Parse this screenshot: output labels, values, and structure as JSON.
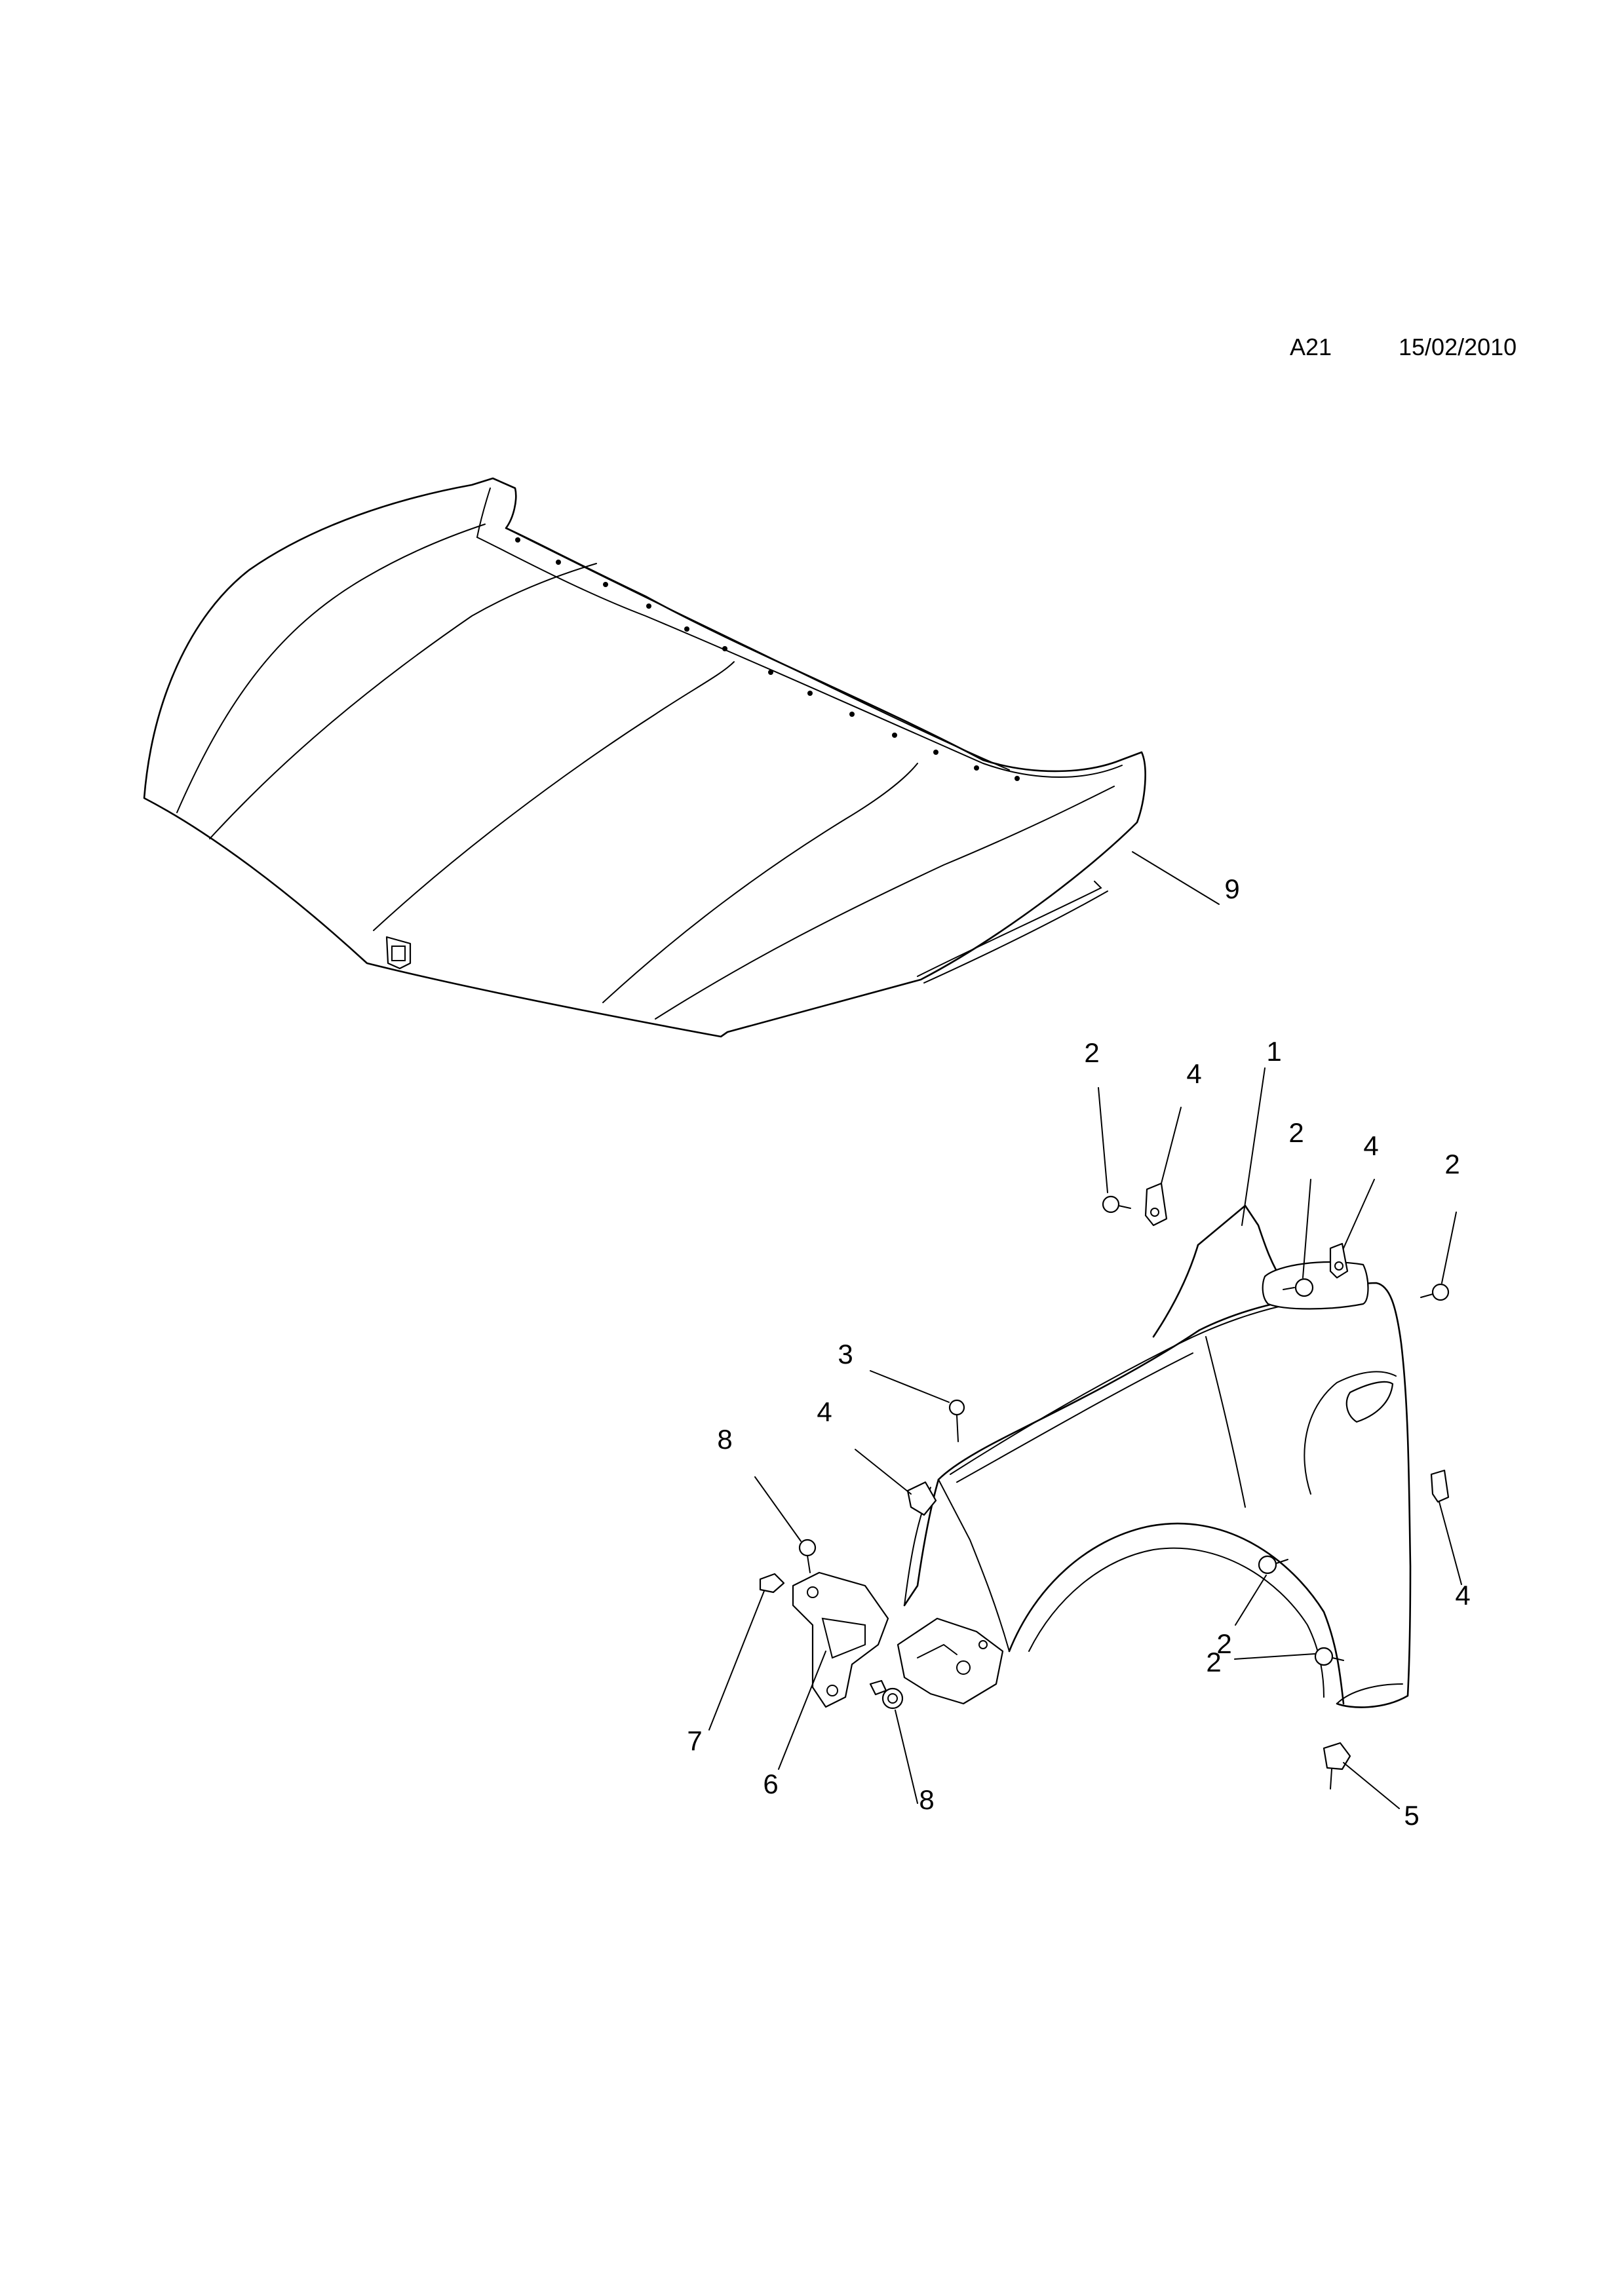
{
  "header": {
    "page_code": "A21",
    "date": "15/02/2010"
  },
  "callouts": [
    {
      "id": "hood",
      "label": "9"
    },
    {
      "id": "fender",
      "label": "1"
    },
    {
      "id": "bolt-top-left",
      "label": "2"
    },
    {
      "id": "clip-top-left",
      "label": "4"
    },
    {
      "id": "bolt-top-mid",
      "label": "2"
    },
    {
      "id": "clip-top-mid",
      "label": "4"
    },
    {
      "id": "bolt-top-right",
      "label": "2"
    },
    {
      "id": "screw-upper",
      "label": "3"
    },
    {
      "id": "clip-mid-left",
      "label": "4"
    },
    {
      "id": "screw-left",
      "label": "8"
    },
    {
      "id": "clip-right",
      "label": "4"
    },
    {
      "id": "bolt-arch",
      "label": "2"
    },
    {
      "id": "bolt-lower",
      "label": "2"
    },
    {
      "id": "nut-lower",
      "label": "5"
    },
    {
      "id": "bracket-clip",
      "label": "7"
    },
    {
      "id": "bracket",
      "label": "6"
    },
    {
      "id": "screw-lower",
      "label": "8"
    }
  ]
}
